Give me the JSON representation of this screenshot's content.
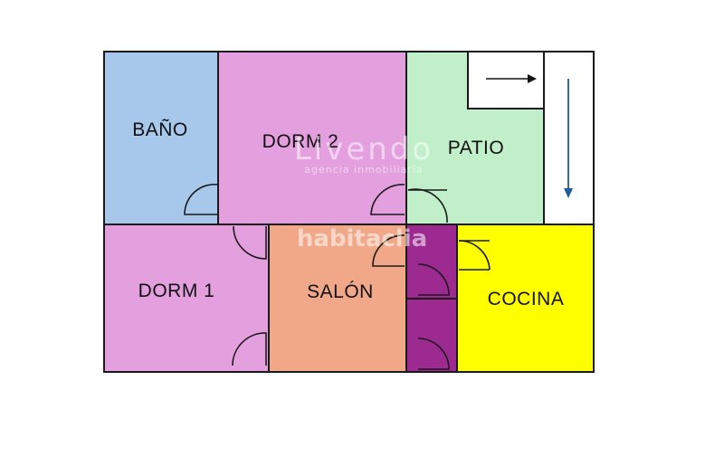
{
  "rooms": {
    "bano": {
      "label": "BAÑO",
      "color": "#a7c8ea"
    },
    "dorm2": {
      "label": "DORM 2",
      "color": "#e39fde"
    },
    "patio": {
      "label": "PATIO",
      "color": "#c1efc9"
    },
    "dorm1": {
      "label": "DORM 1",
      "color": "#e39fde"
    },
    "salon": {
      "label": "SALÓN",
      "color": "#f0a889"
    },
    "cocina": {
      "label": "COCINA",
      "color": "#ffff00"
    },
    "pasillo": {
      "color": "#9c2a90"
    },
    "hueco": {
      "color": "#ffffff"
    }
  },
  "watermarks": {
    "brand": "Livendo",
    "tagline": "agencia inmobiliaria",
    "portal": "habitaclia"
  },
  "arrows": [
    {
      "direction": "right",
      "color": "#111111",
      "icon": "arrow-right-icon"
    },
    {
      "direction": "down",
      "color": "#1f5c99",
      "icon": "arrow-down-icon"
    }
  ]
}
